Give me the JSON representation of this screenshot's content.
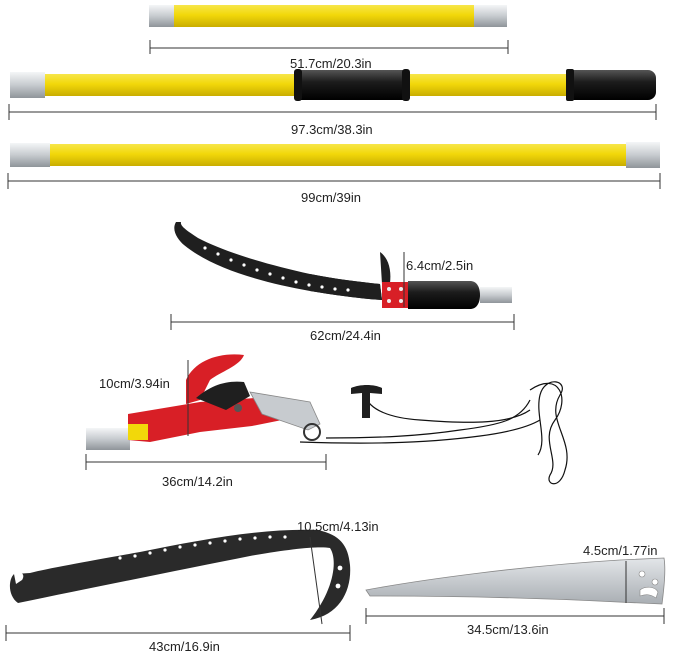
{
  "colors": {
    "pole_yellow": "#f2d80a",
    "pole_yellow_dark": "#c9ad00",
    "metal": "#c7cbcf",
    "grip_black": "#1c1c1c",
    "blade_black": "#2a2a2a",
    "pruner_red": "#d81f26",
    "blade_silver": "#b9bec3",
    "dimension_line": "#333333"
  },
  "measurements": {
    "pole_short": "51.7cm/20.3in",
    "pole_grip": "97.3cm/38.3in",
    "pole_long": "99cm/39in",
    "saw_head_length": "62cm/24.4in",
    "saw_head_width": "6.4cm/2.5in",
    "pruner_opening": "10cm/3.94in",
    "pruner_length": "36cm/14.2in",
    "blade_width_black": "10.5cm/4.13in",
    "blade_length_black": "43cm/16.9in",
    "blade_width_silver": "4.5cm/1.77in",
    "blade_length_silver": "34.5cm/13.6in"
  },
  "icons": [
    "pole-icon",
    "saw-icon",
    "pruner-icon",
    "rope-icon",
    "handle-icon"
  ]
}
